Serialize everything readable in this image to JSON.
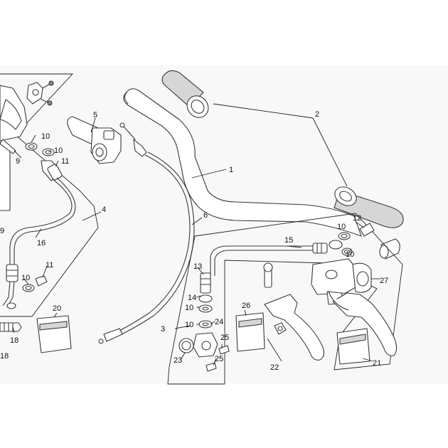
{
  "labels": {
    "l1": "1",
    "l2": "2",
    "l3": "3",
    "l4": "4",
    "l5": "5",
    "l6": "6",
    "l9a": "9",
    "l9b": "9",
    "l10a": "10",
    "l10b": "10",
    "l10c": "10",
    "l10d": "10",
    "l10e": "10",
    "l10f": "10",
    "l10g": "10",
    "l11a": "11",
    "l11b": "11",
    "l12": "12",
    "l13": "13",
    "l14": "14",
    "l15": "15",
    "l16": "16",
    "l18a": "18",
    "l18b": "18",
    "l20": "20",
    "l21": "21",
    "l22": "22",
    "l23": "23",
    "l24": "24",
    "l25a": "25",
    "l25b": "25",
    "l26": "26",
    "l27": "27"
  },
  "colors": {
    "line": "#3a3a3a",
    "background_band": "#f8f8f8",
    "shade": "#d6d6d6"
  }
}
